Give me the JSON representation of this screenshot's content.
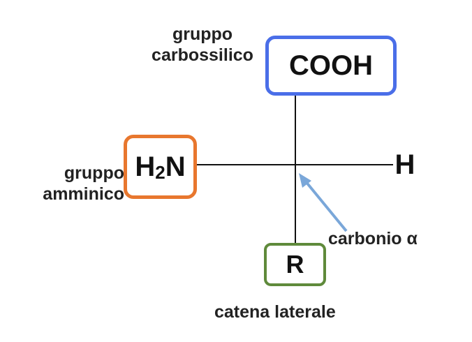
{
  "groups": {
    "carboxyl": {
      "label_line1": "gruppo",
      "label_line2": "carbossilico",
      "formula": "COOH",
      "color": "#4a6ee8"
    },
    "amino": {
      "label_line1": "gruppo",
      "label_line2": "amminico",
      "formula_main": "H",
      "formula_sub": "2",
      "formula_tail": "N",
      "color": "#e8772e"
    },
    "side_chain": {
      "label": "catena laterale",
      "formula": "R",
      "color": "#5f8a3b"
    },
    "hydrogen": {
      "formula": "H"
    }
  },
  "alpha_carbon": {
    "label": "carbonio α",
    "arrow_color": "#7aa7d9"
  }
}
